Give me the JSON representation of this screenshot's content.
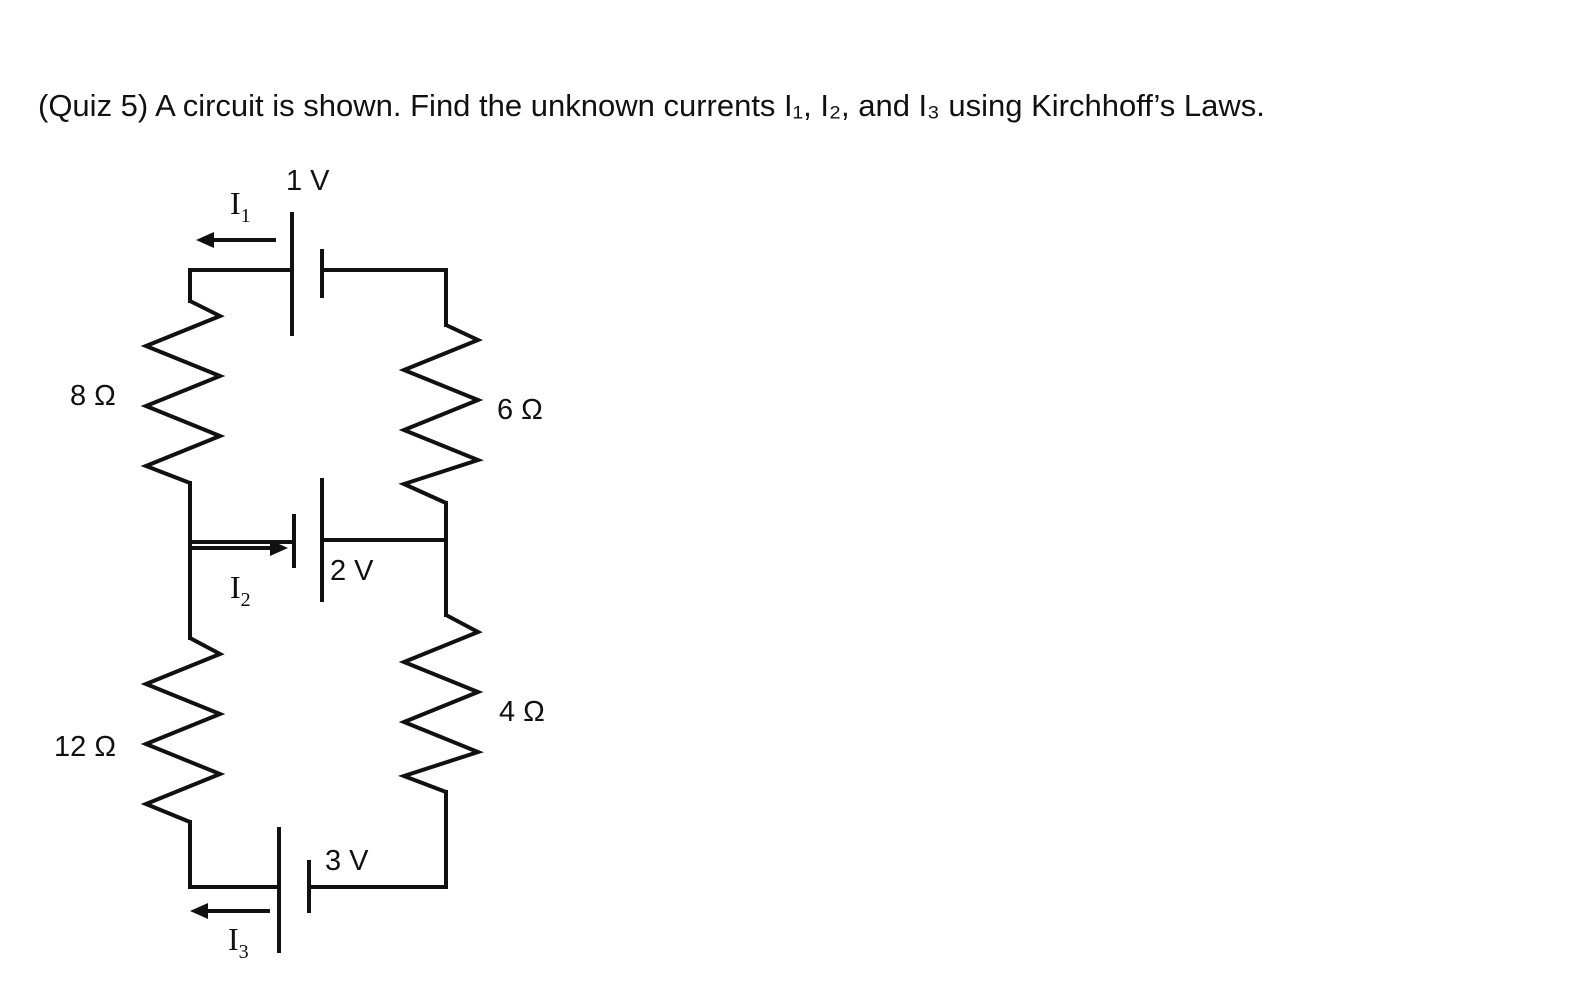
{
  "question": "(Quiz 5) A circuit is shown. Find the unknown currents I₁, I₂, and I₃ using Kirchhoff’s Laws.",
  "circuit": {
    "batteries": [
      {
        "id": "top",
        "label": "1 V"
      },
      {
        "id": "middle",
        "label": "2 V"
      },
      {
        "id": "bottom",
        "label": "3 V"
      }
    ],
    "resistors": [
      {
        "id": "left-top",
        "label": "8 Ω"
      },
      {
        "id": "right-top",
        "label": "6 Ω"
      },
      {
        "id": "left-bottom",
        "label": "12 Ω"
      },
      {
        "id": "right-bottom",
        "label": "4 Ω"
      }
    ],
    "currents": [
      {
        "id": "I1",
        "base": "I",
        "sub": "1",
        "direction": "left"
      },
      {
        "id": "I2",
        "base": "I",
        "sub": "2",
        "direction": "right"
      },
      {
        "id": "I3",
        "base": "I",
        "sub": "3",
        "direction": "left"
      }
    ]
  }
}
